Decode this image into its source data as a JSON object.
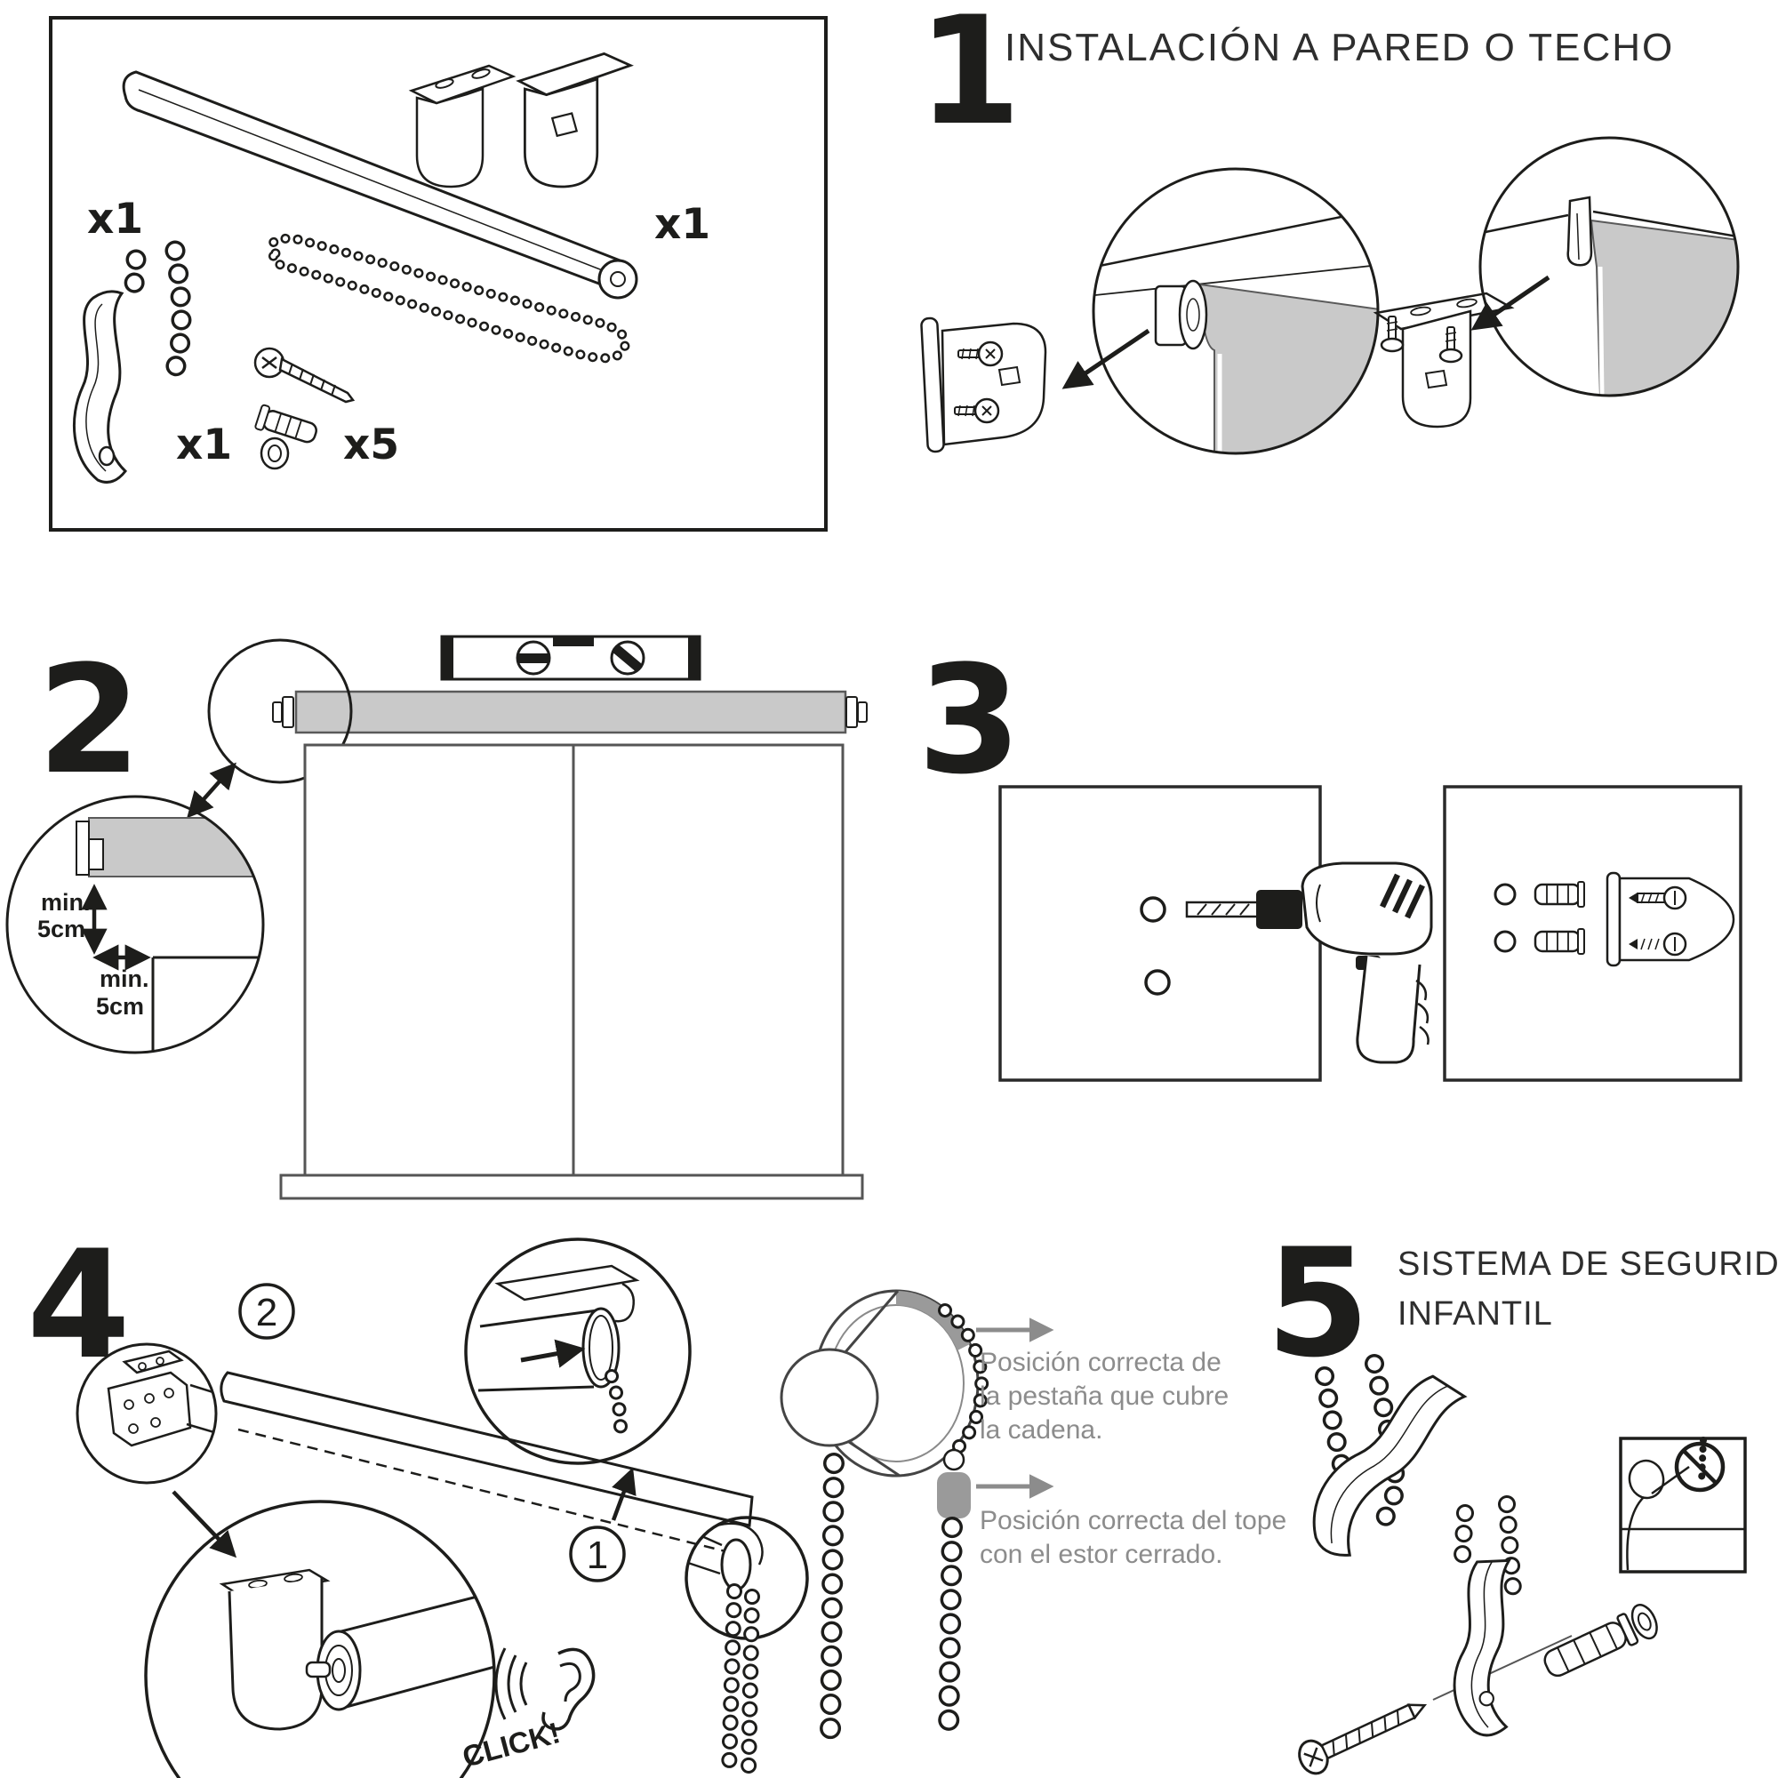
{
  "document": {
    "type": "roller blind installation instruction sheet",
    "language": "es"
  },
  "colors": {
    "ink": "#1d1d1b",
    "fabric_gray": "#c9c9c9",
    "accent_gray": "#9a9a9a",
    "annotation_gray": "#8c8c8c"
  },
  "parts": {
    "profile_qty": "x1",
    "brackets_qty": "x1",
    "safety_clip_qty": "x1",
    "screws_qty": "x5"
  },
  "steps": {
    "s1": {
      "number": "1",
      "title": "INSTALACIÓN A PARED O TECHO"
    },
    "s2": {
      "number": "2",
      "min_top": "min.",
      "cm_top": "5cm",
      "min_side": "min.",
      "cm_side": "5cm"
    },
    "s3": {
      "number": "3"
    },
    "s4": {
      "number": "4",
      "click": "CLICK!",
      "marker1": "1",
      "marker2": "2"
    },
    "s5": {
      "number": "5",
      "title1": "SISTEMA DE SEGURIDAD",
      "title2": "INFANTIL"
    }
  },
  "annotations": {
    "flap1": "Posición correcta de",
    "flap2": "la pestaña que cubre",
    "flap3": "la cadena.",
    "stop1": "Posición correcta del tope",
    "stop2": "con el estor cerrado."
  }
}
